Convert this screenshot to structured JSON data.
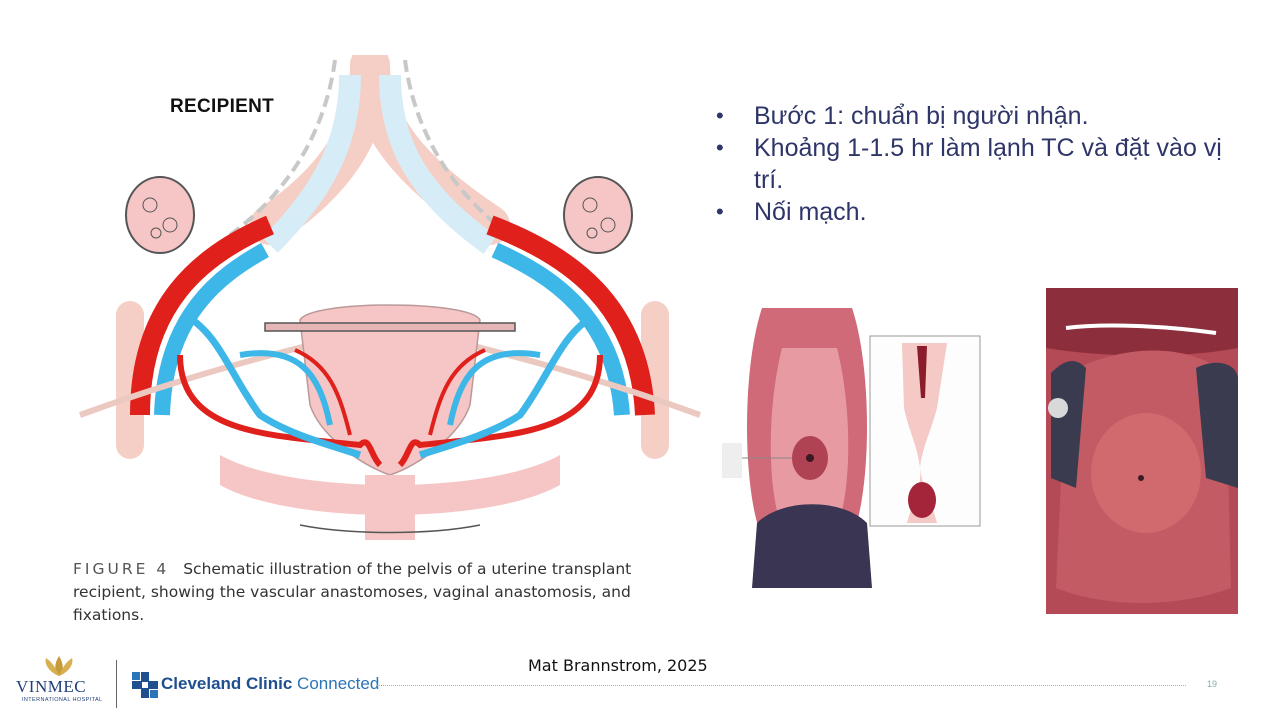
{
  "figure": {
    "recipient_label": "RECIPIENT",
    "caption_label": "FIGURE 4",
    "caption_text": "Schematic illustration of the pelvis of a uterine transplant recipient, showing the vascular anastomoses, vaginal anastomosis, and fixations."
  },
  "bullets": [
    {
      "marker": "•",
      "text": "Bước 1: chuẩn bị người nhận."
    },
    {
      "marker": "•",
      "text": "Khoảng 1-1.5 hr làm lạnh TC và đặt vào vị trí."
    },
    {
      "marker": "•",
      "text": "Nối mạch."
    }
  ],
  "citation": "Mat Brannstrom, 2025",
  "footer": {
    "vinmec_name": "VINMEC",
    "vinmec_sub": "INTERNATIONAL HOSPITAL",
    "cc_bold": "Cleveland Clinic",
    "cc_light": " Connected",
    "page_number": "19"
  },
  "icons": {
    "vinmec_logo": "lotus-logo-icon",
    "cc_logo": "cleveland-clinic-cross-icon"
  },
  "colors": {
    "artery": "#e0201b",
    "vein": "#3db6e8",
    "tissue": "#f6c6c6",
    "bullet_text": "#2e3568",
    "cc_blue": "#1f4f8f"
  }
}
